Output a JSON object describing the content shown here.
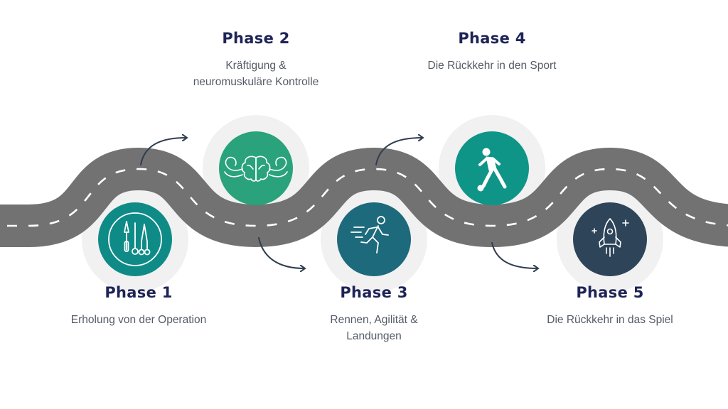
{
  "phases": [
    {
      "title": "Phase 1",
      "description": "Erholung von der Operation",
      "icon": "surgical-instruments-icon",
      "color": "#0f8b87"
    },
    {
      "title": "Phase 2",
      "description": "Kräftigung &\nneuromuskuläre Kontrolle",
      "icon": "brain-muscle-icon",
      "color": "#2aa37c"
    },
    {
      "title": "Phase 3",
      "description": "Rennen, Agilität &\nLandungen",
      "icon": "runner-icon",
      "color": "#1d6a7c"
    },
    {
      "title": "Phase 4",
      "description": "Die Rückkehr in den Sport",
      "icon": "soccer-player-icon",
      "color": "#0f9488"
    },
    {
      "title": "Phase 5",
      "description": "Die Rückkehr in das Spiel",
      "icon": "rocket-icon",
      "color": "#2d4459"
    }
  ],
  "colors": {
    "road": "#727272",
    "road_marking": "#ffffff",
    "arrow": "#2f3d4e",
    "halo": "#f1f1f1",
    "title": "#1e2457",
    "text": "#555b66"
  }
}
